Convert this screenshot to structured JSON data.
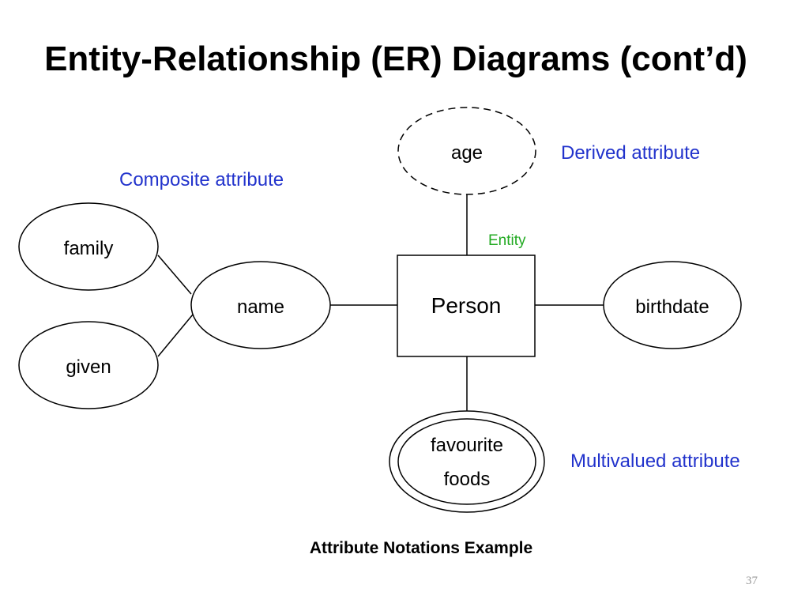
{
  "slide": {
    "title": "Entity-Relationship (ER) Diagrams (cont’d)",
    "caption": "Attribute Notations Example",
    "page_number": "37"
  },
  "diagram": {
    "entity": {
      "label": "Person"
    },
    "attributes": {
      "family": "family",
      "given": "given",
      "name": "name",
      "age": "age",
      "birthdate": "birthdate",
      "favourite_foods": [
        "favourite",
        "foods"
      ]
    },
    "annotations": {
      "composite": "Composite attribute",
      "derived": "Derived attribute",
      "multivalued": "Multivalued attribute",
      "entity": "Entity"
    }
  },
  "colors": {
    "annotation_blue": "#2233cc",
    "annotation_green": "#22aa22",
    "line": "#000000"
  }
}
